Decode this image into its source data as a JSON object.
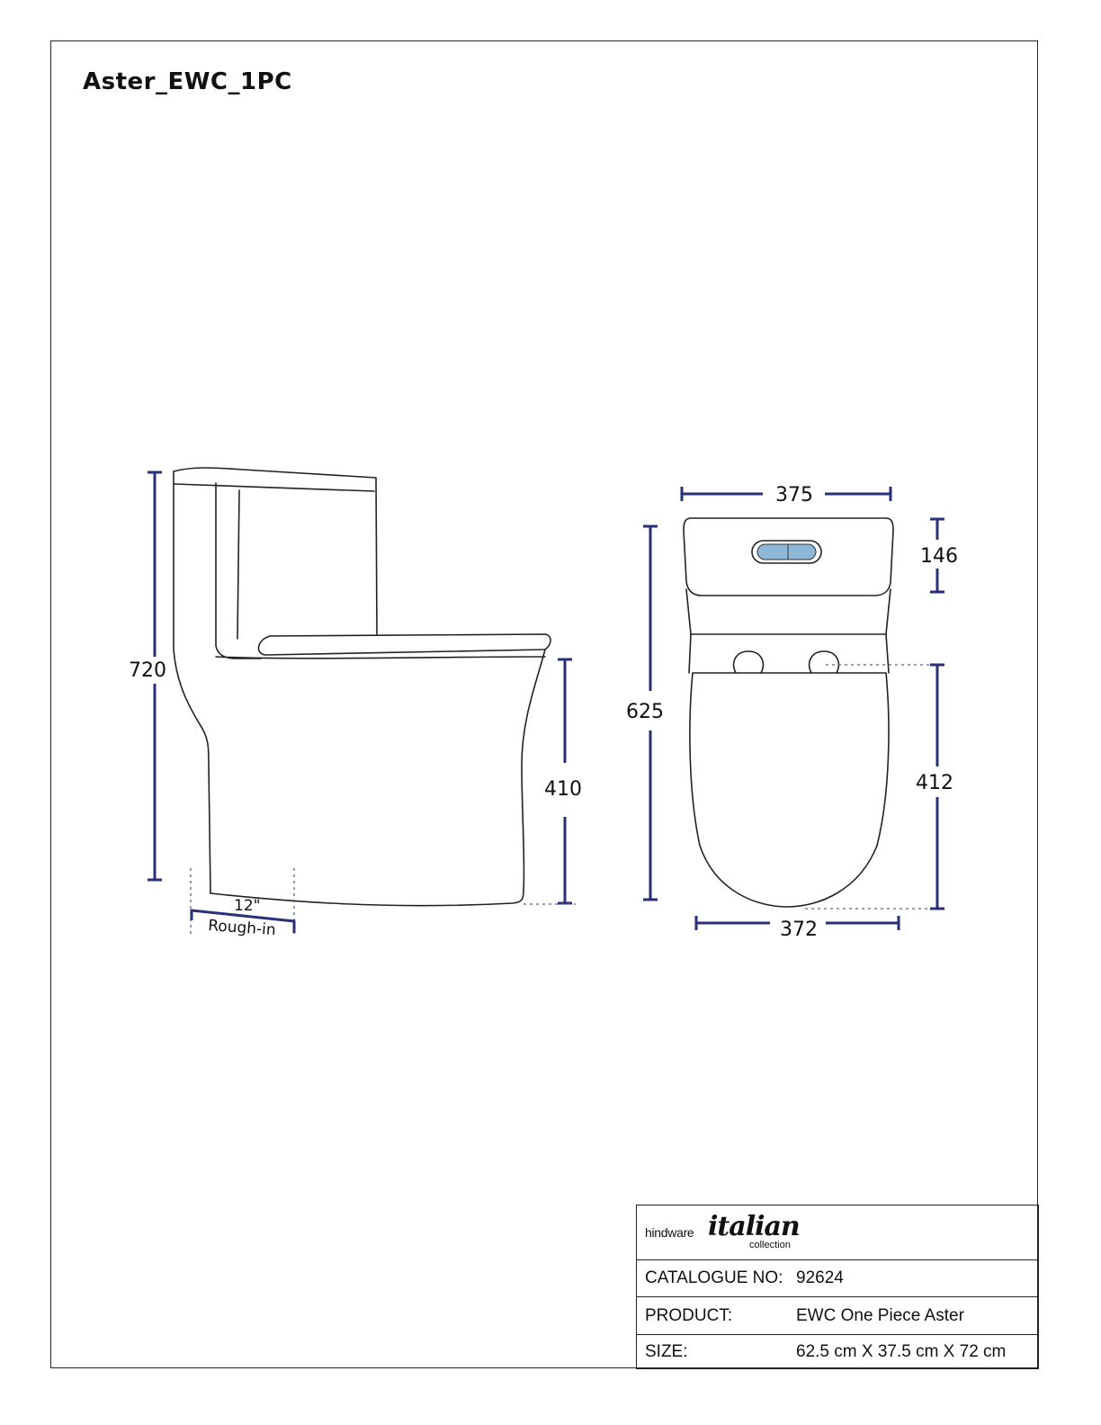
{
  "title": "Aster_EWC_1PC",
  "side_view": {
    "height_label": "720",
    "seat_height_label": "410",
    "rough_in_value": "12\"",
    "rough_in_label": "Rough-in"
  },
  "front_view": {
    "width_top_label": "375",
    "tank_height_label": "146",
    "depth_label": "625",
    "bowl_length_label": "412",
    "width_bottom_label": "372"
  },
  "colors": {
    "dimension_line": "#2a2f7a",
    "flush_button": "#8fb7d8"
  },
  "title_block": {
    "logo": {
      "brand": "hindware",
      "script": "italian",
      "sub": "collection"
    },
    "rows": [
      {
        "key": "CATALOGUE NO:",
        "value": "92624"
      },
      {
        "key": "PRODUCT:",
        "value": "EWC One Piece Aster"
      },
      {
        "key": "SIZE:",
        "value": "62.5 cm X 37.5 cm X 72 cm"
      }
    ]
  }
}
